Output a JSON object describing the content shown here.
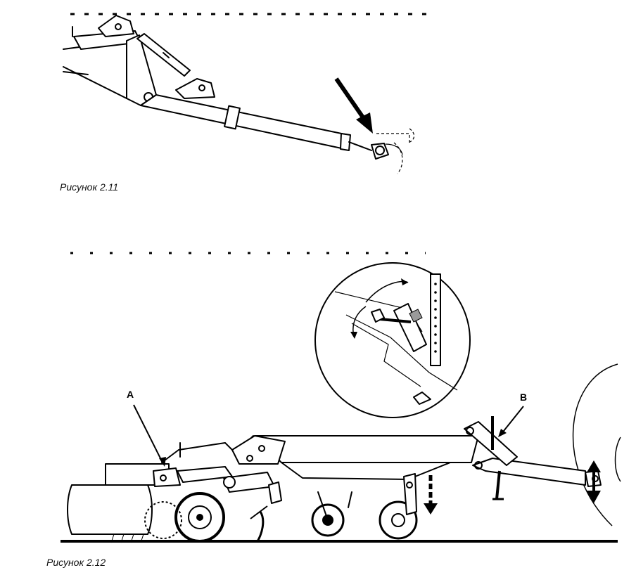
{
  "figure_1": {
    "caption": "Рисунок 2.11"
  },
  "figure_2": {
    "caption": "Рисунок 2.12",
    "callouts": {
      "a": "A",
      "b": "B"
    }
  }
}
